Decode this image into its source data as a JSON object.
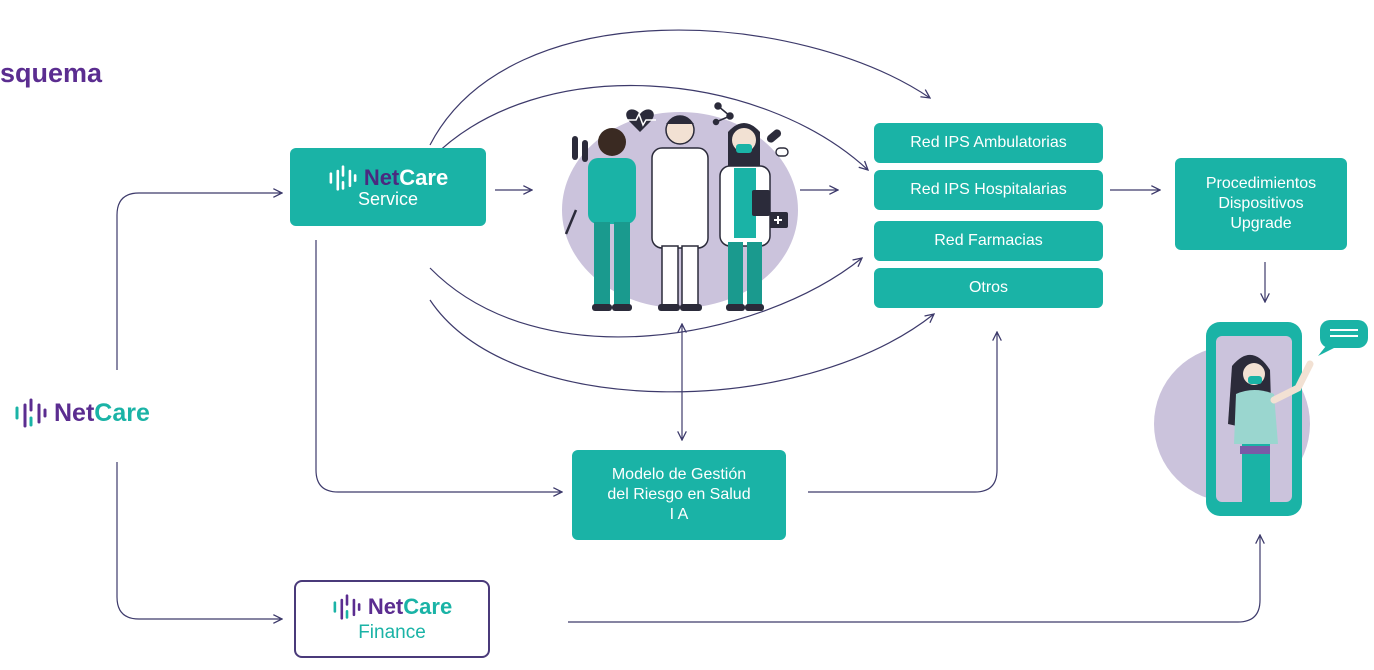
{
  "title": "squema",
  "brand": {
    "net": "Net",
    "care": "Care"
  },
  "netcare_service": {
    "net": "Net",
    "care": "Care",
    "subtitle": "Service"
  },
  "netcare_finance": {
    "net": "Net",
    "care": "Care",
    "subtitle": "Finance"
  },
  "networks": [
    {
      "label": "Red IPS Ambulatorias"
    },
    {
      "label": "Red IPS Hospitalarias"
    },
    {
      "label": "Red Farmacias"
    },
    {
      "label": "Otros"
    }
  ],
  "procedures": {
    "lines": [
      "Procedimientos",
      "Dispositivos",
      "Upgrade"
    ]
  },
  "risk_model": {
    "lines": [
      "Modelo de Gestión",
      "del Riesgo en Salud",
      "I A"
    ]
  },
  "colors": {
    "teal": "#1ab3a6",
    "purple": "#5b2d90",
    "lavender": "#cbc3dc",
    "line": "#3d3a6b"
  },
  "icons": [
    "netcare-logo-icon",
    "heart-rate-icon",
    "molecule-icon",
    "pill-icon",
    "test-tubes-icon",
    "syringe-icon",
    "first-aid-kit-icon",
    "chat-bubble-icon"
  ]
}
